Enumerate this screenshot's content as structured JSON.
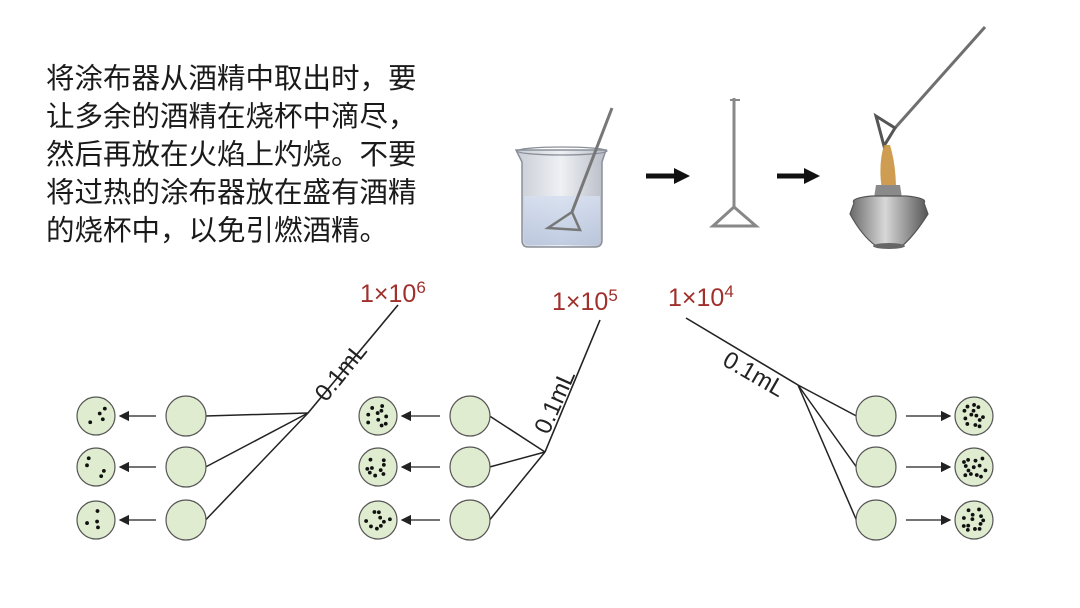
{
  "instructions": {
    "lines": [
      "将涂布器从酒精中取出时，要",
      "让多余的酒精在烧杯中滴尽，",
      "然后再放在火焰上灼烧。不要",
      "将过热的涂布器放在盛有酒精",
      "的烧杯中，以免引燃酒精。"
    ]
  },
  "dilutions": [
    {
      "base": "1×10",
      "exponent": "6",
      "volume": "0.1mL",
      "colonies_per_plate": [
        4,
        4,
        4
      ]
    },
    {
      "base": "1×10",
      "exponent": "5",
      "volume": "0.1mL",
      "colonies_per_plate": [
        10,
        9,
        9
      ]
    },
    {
      "base": "1×10",
      "exponent": "4",
      "volume": "0.1mL",
      "colonies_per_plate": [
        13,
        13,
        13
      ]
    }
  ],
  "colors": {
    "plate_fill": "#dfeccf",
    "plate_stroke": "#555555",
    "dilution_label": "#a0302c",
    "colony": "#111111"
  }
}
